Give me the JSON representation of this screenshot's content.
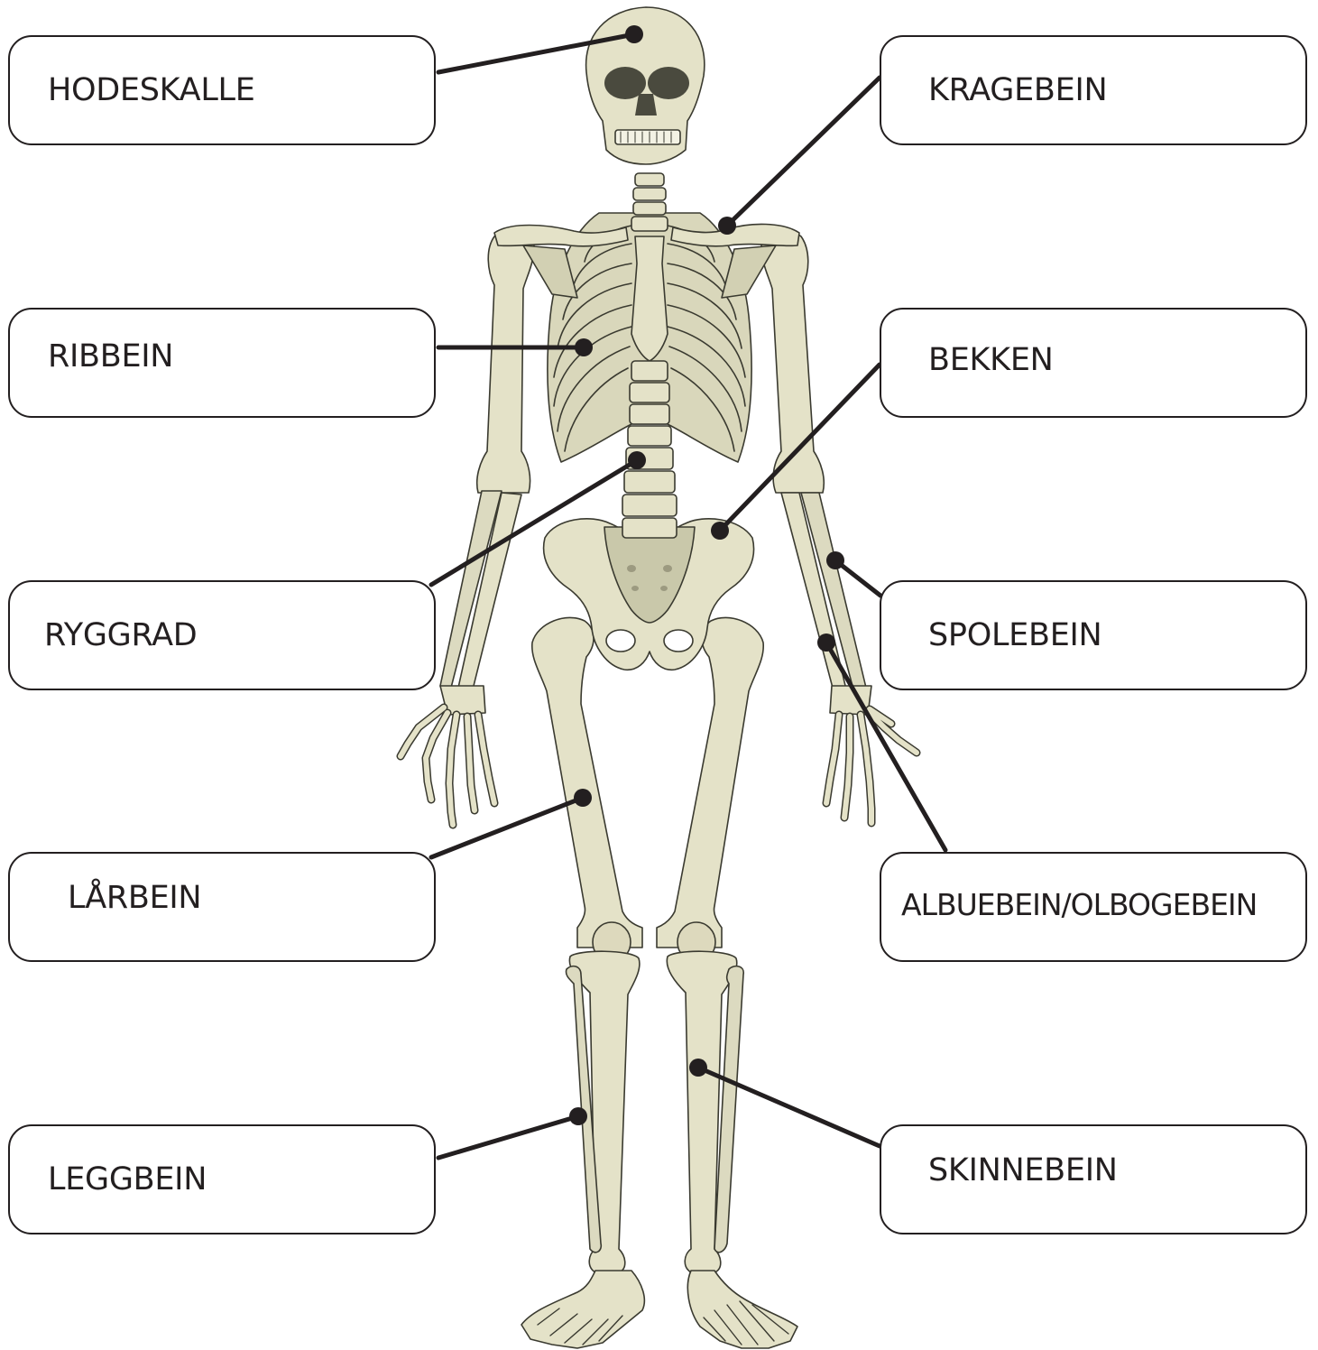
{
  "colors": {
    "bone": "#e4e2c8",
    "bone_shadow": "#c9c8aa",
    "bone_dark": "#b8b79a",
    "outline": "#3a3a30",
    "leader": "#231f20",
    "box_border": "#231f20",
    "text": "#231f20"
  },
  "icons": {
    "figure": "human-skeleton-illustration"
  },
  "labels": {
    "hodeskalle": "HODESKALLE",
    "kragebein": "KRAGEBEIN",
    "ribbein": "RIBBEIN",
    "bekken": "BEKKEN",
    "ryggrad": "RYGGRAD",
    "spolebein": "SPOLEBEIN",
    "larbein": "LÅRBEIN",
    "albuebein": "ALBUEBEIN/OLBOGEBEIN",
    "leggbein": "LEGGBEIN",
    "skinnebein": "SKINNEBEIN"
  }
}
